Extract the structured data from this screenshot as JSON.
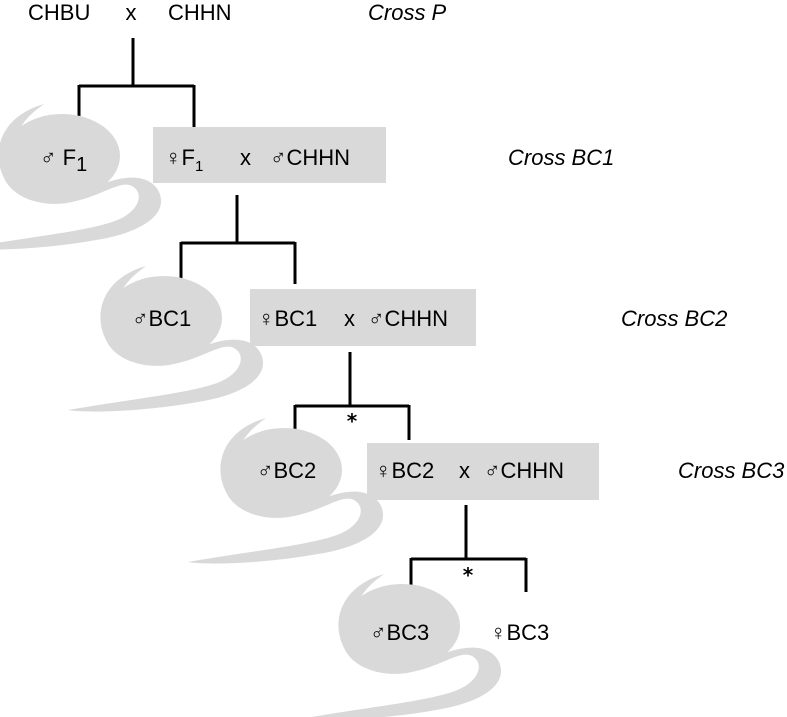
{
  "parental_cross": {
    "parent_a": "CHBU",
    "times": "x",
    "parent_b": "CHHN",
    "label": "Cross P"
  },
  "generations": [
    {
      "male": {
        "symbol": "♂",
        "text": " F",
        "sub": "1"
      },
      "female": {
        "symbol": "♀",
        "text": "F",
        "sub": "1"
      },
      "times": "x",
      "mate": {
        "symbol": "♂",
        "text": "CHHN"
      },
      "cross_label": "Cross BC1",
      "asterisk": ""
    },
    {
      "male": {
        "symbol": "♂",
        "text": "BC1"
      },
      "female": {
        "symbol": "♀",
        "text": "BC1"
      },
      "times": "x",
      "mate": {
        "symbol": "♂",
        "text": "CHHN"
      },
      "cross_label": "Cross BC2",
      "asterisk": ""
    },
    {
      "male": {
        "symbol": "♂",
        "text": "BC2"
      },
      "female": {
        "symbol": "♀",
        "text": "BC2"
      },
      "times": "x",
      "mate": {
        "symbol": "♂",
        "text": "CHHN"
      },
      "cross_label": "Cross BC3",
      "asterisk": "*"
    }
  ],
  "final": {
    "male": {
      "symbol": "♂",
      "text": "BC3"
    },
    "female": {
      "symbol": "♀",
      "text": "BC3"
    },
    "asterisk": "*"
  },
  "colors": {
    "box_fill": "#d9d9d9",
    "line": "#000000"
  }
}
